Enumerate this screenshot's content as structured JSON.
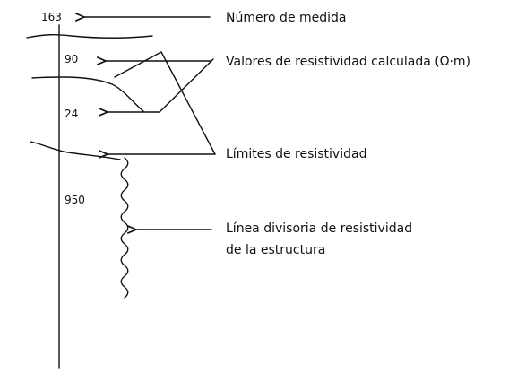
{
  "figure": {
    "values": {
      "measure_number": "163",
      "upper_value": "90",
      "middle_value": "24",
      "lower_value": "950"
    },
    "labels": {
      "measure_number": "Número de medida",
      "calculated_resistivity": "Valores de resistividad calculada (Ω·m)",
      "resistivity_limits": "Límites de resistividad",
      "structure_line_1": "Línea divisoria de resistividad",
      "structure_line_2": "de la estructura"
    }
  }
}
